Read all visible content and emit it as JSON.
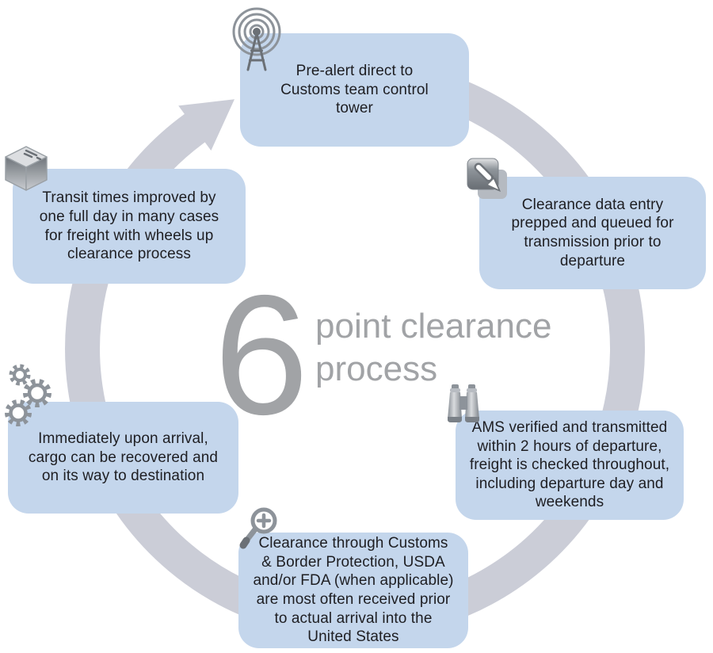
{
  "colors": {
    "box": "#c4d6ec",
    "ring": "#cbcdd7",
    "text": "#1e1e22",
    "gray": "#a1a3a6",
    "iconGray": "#8d939a",
    "iconDark": "#6b7076",
    "iconLight": "#dcdee1"
  },
  "center": {
    "number": "6",
    "title": "point clearance\nprocess"
  },
  "steps": [
    {
      "id": "pre-alert",
      "icon": "radio-tower-icon",
      "text": "Pre-alert direct to\nCustoms team control\ntower"
    },
    {
      "id": "data-entry",
      "icon": "arrow-into-box-icon",
      "text": "Clearance data entry\nprepped and queued for\ntransmission prior to\ndeparture"
    },
    {
      "id": "ams-verified",
      "icon": "binoculars-icon",
      "text": "AMS verified and transmitted\nwithin 2 hours of departure,\nfreight is checked throughout,\nincluding departure day and\nweekends"
    },
    {
      "id": "cbp-clearance",
      "icon": "magnifier-plus-icon",
      "text": "Clearance through Customs\n& Border Protection, USDA\nand/or FDA (when applicable)\nare most often received prior\nto actual arrival into the\nUnited States"
    },
    {
      "id": "arrival-recovery",
      "icon": "gears-icon",
      "text": "Immediately upon arrival,\ncargo can be recovered and\non its way to destination"
    },
    {
      "id": "transit-times",
      "icon": "package-box-icon",
      "text": "Transit times improved by\none full day in many cases\nfor freight with wheels up\nclearance process"
    }
  ]
}
